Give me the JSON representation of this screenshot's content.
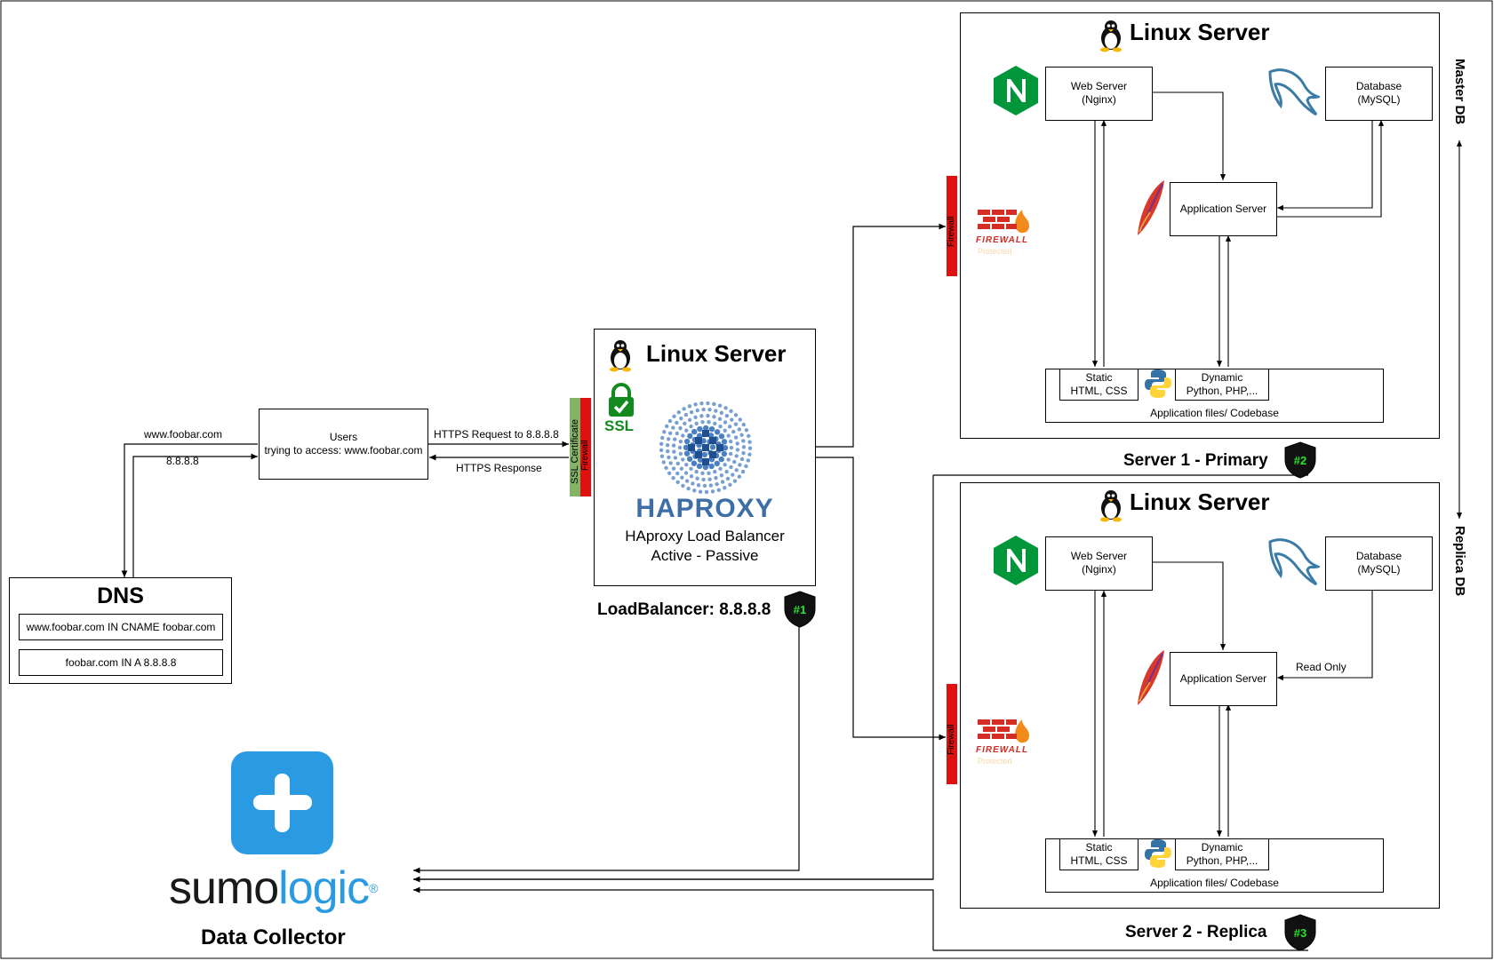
{
  "dns": {
    "title": "DNS",
    "record1": "www.foobar.com IN CNAME foobar.com",
    "record2": "foobar.com IN A 8.8.8.8",
    "query_label": "www.foobar.com",
    "answer_label": "8.8.8.8"
  },
  "users": {
    "label": "Users\ntrying to access: www.foobar.com",
    "request_label": "HTTPS Request to 8.8.8.8",
    "response_label": "HTTPS Response"
  },
  "loadbalancer": {
    "ssl_cert_label": "SSL Certificate",
    "firewall_label": "Firewall",
    "server_title": "Linux Server",
    "ssl_text": "SSL",
    "haproxy_logo_text": "HAPROXY",
    "description": "HAproxy Load Balancer\nActive - Passive",
    "caption": "LoadBalancer: 8.8.8.8",
    "badge": "#1"
  },
  "server1": {
    "title": "Linux Server",
    "firewall_label": "Firewall",
    "firewall_logo": "FIREWALL",
    "firewall_sub": "Protected",
    "web_server": "Web Server\n(Nginx)",
    "database": "Database\n(MySQL)",
    "app_server": "Application Server",
    "static": "Static\nHTML, CSS",
    "dynamic": "Dynamic\nPython, PHP,...",
    "codebase": "Application files/ Codebase",
    "caption": "Server 1 - Primary",
    "badge": "#2"
  },
  "server2": {
    "title": "Linux Server",
    "firewall_label": "Firewall",
    "firewall_logo": "FIREWALL",
    "firewall_sub": "Protected",
    "web_server": "Web Server\n(Nginx)",
    "database": "Database\n(MySQL)",
    "app_server": "Application Server",
    "read_only": "Read Only",
    "static": "Static\nHTML, CSS",
    "dynamic": "Dynamic\nPython, PHP,...",
    "codebase": "Application files/ Codebase",
    "caption": "Server 2 - Replica",
    "badge": "#3"
  },
  "replication": {
    "master_label": "Master DB",
    "replica_label": "Replica DB"
  },
  "sumologic": {
    "logo_sumo": "sumo",
    "logo_logic": "logic",
    "registered": "®",
    "caption": "Data Collector"
  },
  "colors": {
    "firewall_red": "#e01010",
    "ssl_green": "#82b366",
    "nginx_green": "#009639",
    "haproxy_blue": "#3d6ea8",
    "sumo_blue": "#2a9be3",
    "badge_green": "#27e527"
  }
}
